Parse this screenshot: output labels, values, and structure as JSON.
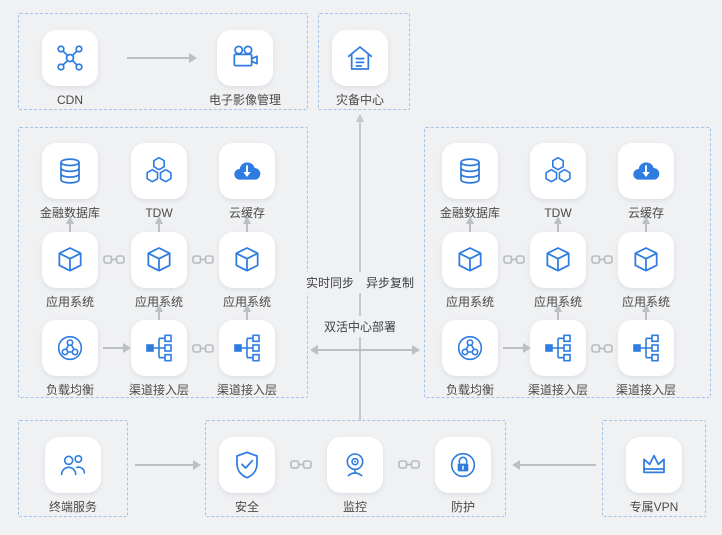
{
  "colors": {
    "background": "#f0f1f2",
    "accent": "#2e7ce0",
    "zone_border": "#9fc5ec",
    "arrow": "#bcc0c5",
    "label": "#4a4a4a",
    "tile_background": "#ffffff"
  },
  "zones": {
    "top_left": {
      "cdn": {
        "label": "CDN",
        "icon": "cdn-network-icon"
      },
      "imaging": {
        "label": "电子影像管理",
        "icon": "video-camera-icon"
      }
    },
    "top_center": {
      "dr": {
        "label": "灾备中心",
        "icon": "disaster-recovery-house-icon"
      }
    },
    "left_cluster": {
      "items": [
        {
          "label": "金融数据库",
          "icon": "database-icon"
        },
        {
          "label": "TDW",
          "icon": "hexagons-icon"
        },
        {
          "label": "云缓存",
          "icon": "cloud-download-icon"
        },
        {
          "label": "应用系统",
          "icon": "cube-icon"
        },
        {
          "label": "应用系统",
          "icon": "cube-icon"
        },
        {
          "label": "应用系统",
          "icon": "cube-icon"
        },
        {
          "label": "负载均衡",
          "icon": "load-balancer-icon"
        },
        {
          "label": "渠道接入层",
          "icon": "channel-access-icon"
        },
        {
          "label": "渠道接入层",
          "icon": "channel-access-icon"
        }
      ]
    },
    "right_cluster": {
      "items": [
        {
          "label": "金融数据库",
          "icon": "database-icon"
        },
        {
          "label": "TDW",
          "icon": "hexagons-icon"
        },
        {
          "label": "云缓存",
          "icon": "cloud-download-icon"
        },
        {
          "label": "应用系统",
          "icon": "cube-icon"
        },
        {
          "label": "应用系统",
          "icon": "cube-icon"
        },
        {
          "label": "应用系统",
          "icon": "cube-icon"
        },
        {
          "label": "负载均衡",
          "icon": "load-balancer-icon"
        },
        {
          "label": "渠道接入层",
          "icon": "channel-access-icon"
        },
        {
          "label": "渠道接入层",
          "icon": "channel-access-icon"
        }
      ]
    },
    "bottom_left": {
      "terminal": {
        "label": "终端服务",
        "icon": "users-icon"
      }
    },
    "bottom_center": {
      "items": [
        {
          "label": "安全",
          "icon": "shield-check-icon"
        },
        {
          "label": "监控",
          "icon": "camera-monitor-icon"
        },
        {
          "label": "防护",
          "icon": "lock-icon"
        }
      ]
    },
    "bottom_right": {
      "vpn": {
        "label": "专属VPN",
        "icon": "crown-icon"
      }
    }
  },
  "center_annotations": {
    "sync": "实时同步　异步复制",
    "deploy": "双活中心部署"
  }
}
